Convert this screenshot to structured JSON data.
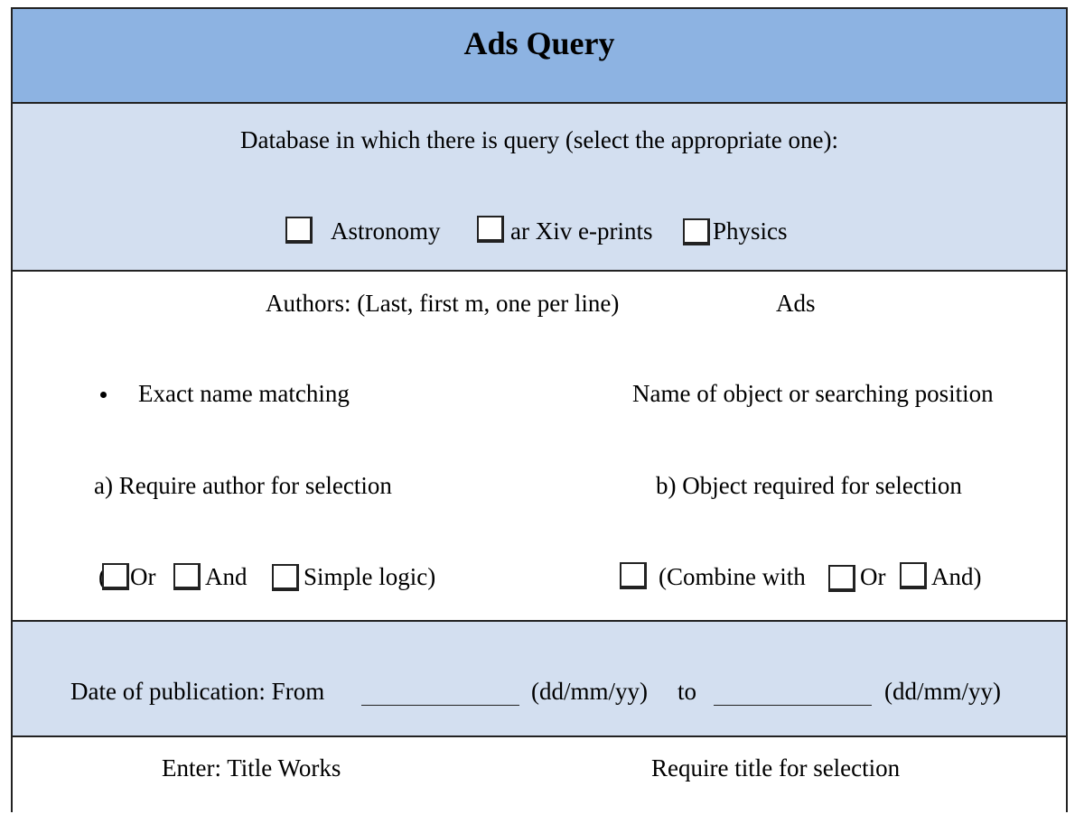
{
  "title": "Ads Query",
  "database": {
    "prompt": "Database in which there is query (select the appropriate one):",
    "options": [
      "Astronomy",
      "ar Xiv e-prints",
      "Physics"
    ]
  },
  "authors": {
    "label": "Authors:  (Last, first m, one per line)",
    "ads_label": "Ads",
    "exact_match": "Exact name matching",
    "object_label": "Name of object or searching position",
    "require_author": "a)   Require author for selection",
    "object_required": "b) Object required for selection",
    "author_logic": {
      "prefix": "(",
      "or": "Or",
      "and": "And",
      "simple": "Simple logic)"
    },
    "object_logic": {
      "combine": "(Combine with",
      "or": "Or",
      "and": "And)"
    }
  },
  "date": {
    "label": "Date of publication: From",
    "from_format": "(dd/mm/yy)",
    "to": "to",
    "to_format": "(dd/mm/yy)"
  },
  "title_works": {
    "label": "Enter:  Title Works",
    "require": "Require title for selection"
  }
}
